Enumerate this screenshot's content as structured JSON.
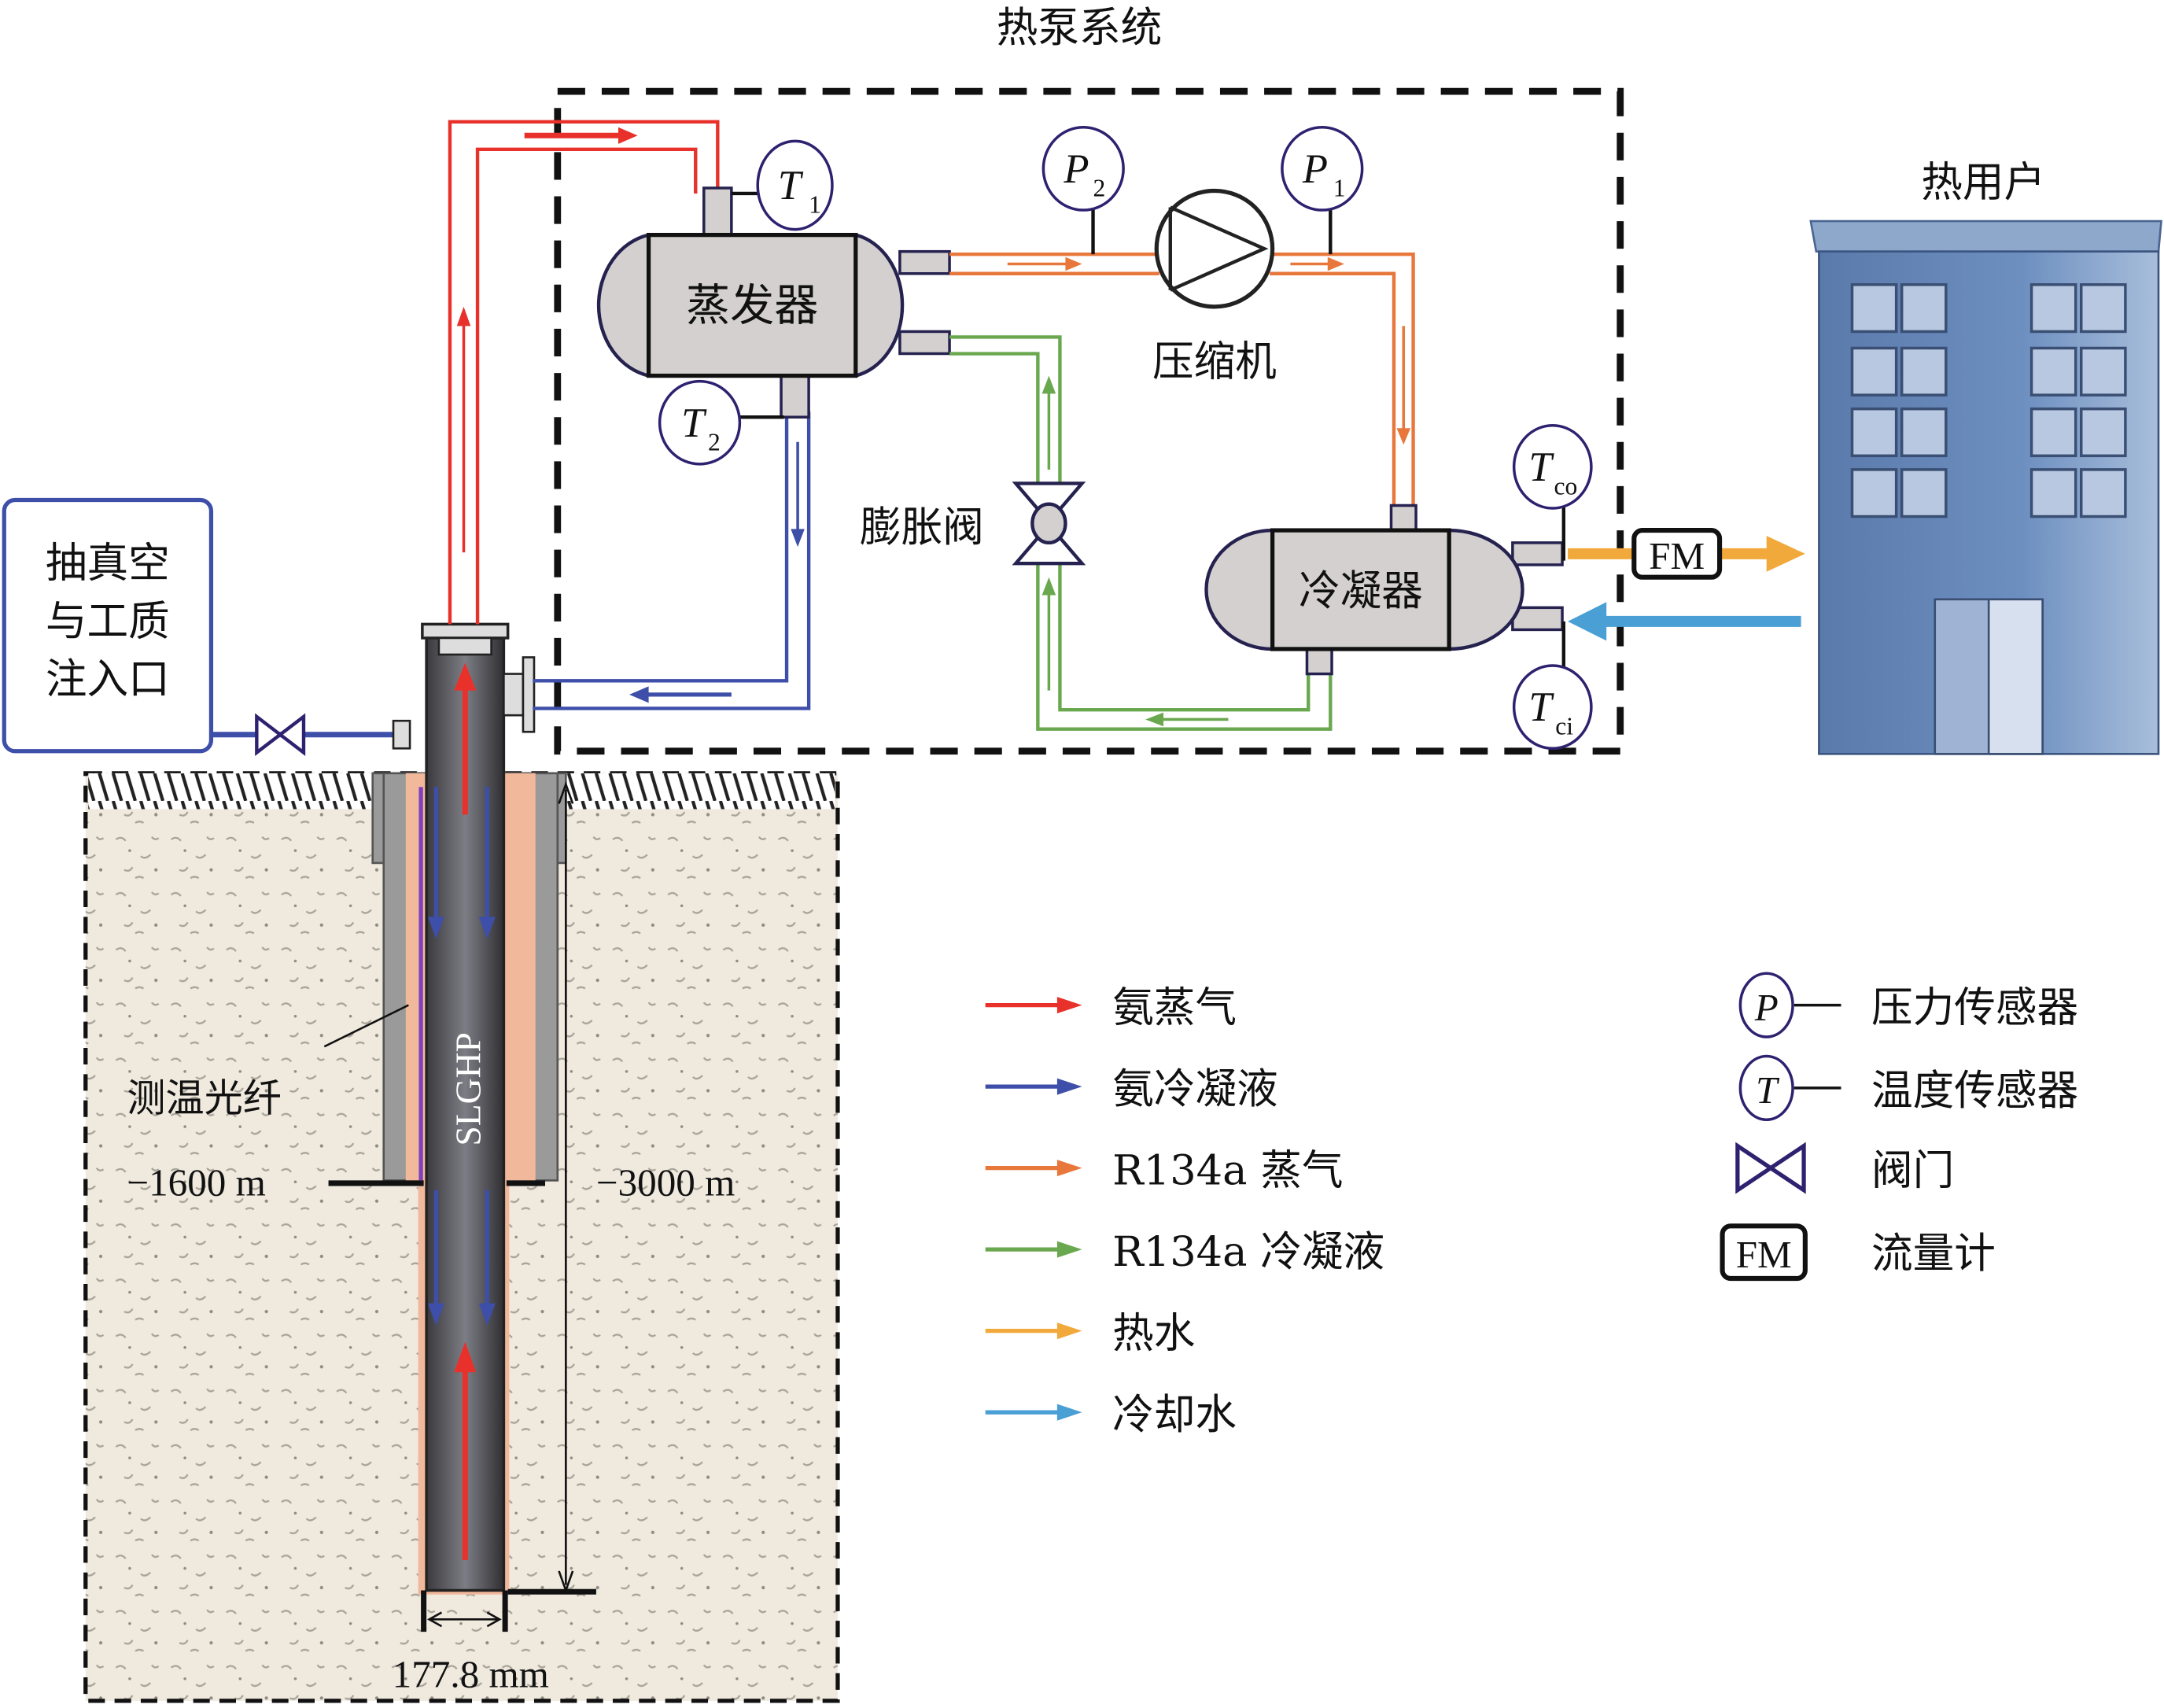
{
  "title": "热泵系统",
  "heat_user_label": "热用户",
  "inlet_box": {
    "lines": [
      "抽真空",
      "与工质",
      "注入口"
    ]
  },
  "components": {
    "evaporator": "蒸发器",
    "condenser": "冷凝器",
    "compressor": "压缩机",
    "expansion_valve": "膨胀阀",
    "flow_meter": "FM",
    "pipe_label": "SLGHP",
    "fiber_label": "测温光纤"
  },
  "sensors": {
    "T1": {
      "main": "T",
      "sub": "1"
    },
    "T2": {
      "main": "T",
      "sub": "2"
    },
    "P1": {
      "main": "P",
      "sub": "1"
    },
    "P2": {
      "main": "P",
      "sub": "2"
    },
    "Tco": {
      "main": "T",
      "sub": "co"
    },
    "Tci": {
      "main": "T",
      "sub": "ci"
    }
  },
  "dimensions": {
    "depth_casing": "−1600 m",
    "depth_total": "−3000 m",
    "diameter": "177.8 mm"
  },
  "legend_flows": [
    {
      "label": "氨蒸气",
      "color": "#e8312a"
    },
    {
      "label": "氨冷凝液",
      "color": "#3d4fa8"
    },
    {
      "label": "R134a 蒸气",
      "color": "#e8773c"
    },
    {
      "label": "R134a 冷凝液",
      "color": "#6aa84f"
    },
    {
      "label": "热水",
      "color": "#f2a93b"
    },
    {
      "label": "冷却水",
      "color": "#4a9fd5"
    }
  ],
  "legend_symbols": [
    {
      "symbol": "P",
      "label": "压力传感器"
    },
    {
      "symbol": "T",
      "label": "温度传感器"
    },
    {
      "symbol": "valve",
      "label": "阀门"
    },
    {
      "symbol": "FM",
      "label": "流量计"
    }
  ],
  "colors": {
    "ammonia_vapor": "#e8312a",
    "ammonia_liquid": "#3d4fa8",
    "r134a_vapor": "#e8773c",
    "r134a_liquid": "#6aa84f",
    "hot_water": "#f2a93b",
    "cooling_water": "#4a9fd5",
    "sensor_ring": "#2e2270",
    "building": "#5b7fb0",
    "soil": "#efe9de"
  }
}
